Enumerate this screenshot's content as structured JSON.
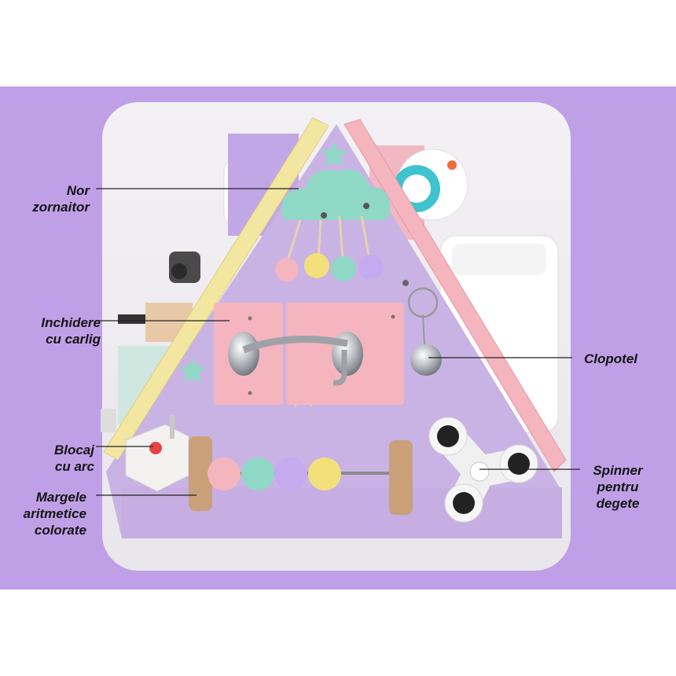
{
  "labels": {
    "cloud_rattle": [
      "Nor",
      "zornaitor"
    ],
    "hook_latch": [
      "Inchidere",
      "cu carlig"
    ],
    "bell": [
      "Clopotel"
    ],
    "spring_lock": [
      "Blocaj",
      "cu arc"
    ],
    "abacus_beads": [
      "Margele",
      "aritmetice",
      "colorate"
    ],
    "fidget_spinner": [
      "Spinner",
      "pentru",
      "degete"
    ]
  },
  "colors": {
    "frame_purple": "#bfa0e6",
    "board_purple": "#c9b3e4",
    "pastel_pink": "#f5b5bf",
    "pastel_yellow": "#f3e6a0",
    "mint": "#8fd8c6",
    "lilac": "#c6aaf0"
  }
}
